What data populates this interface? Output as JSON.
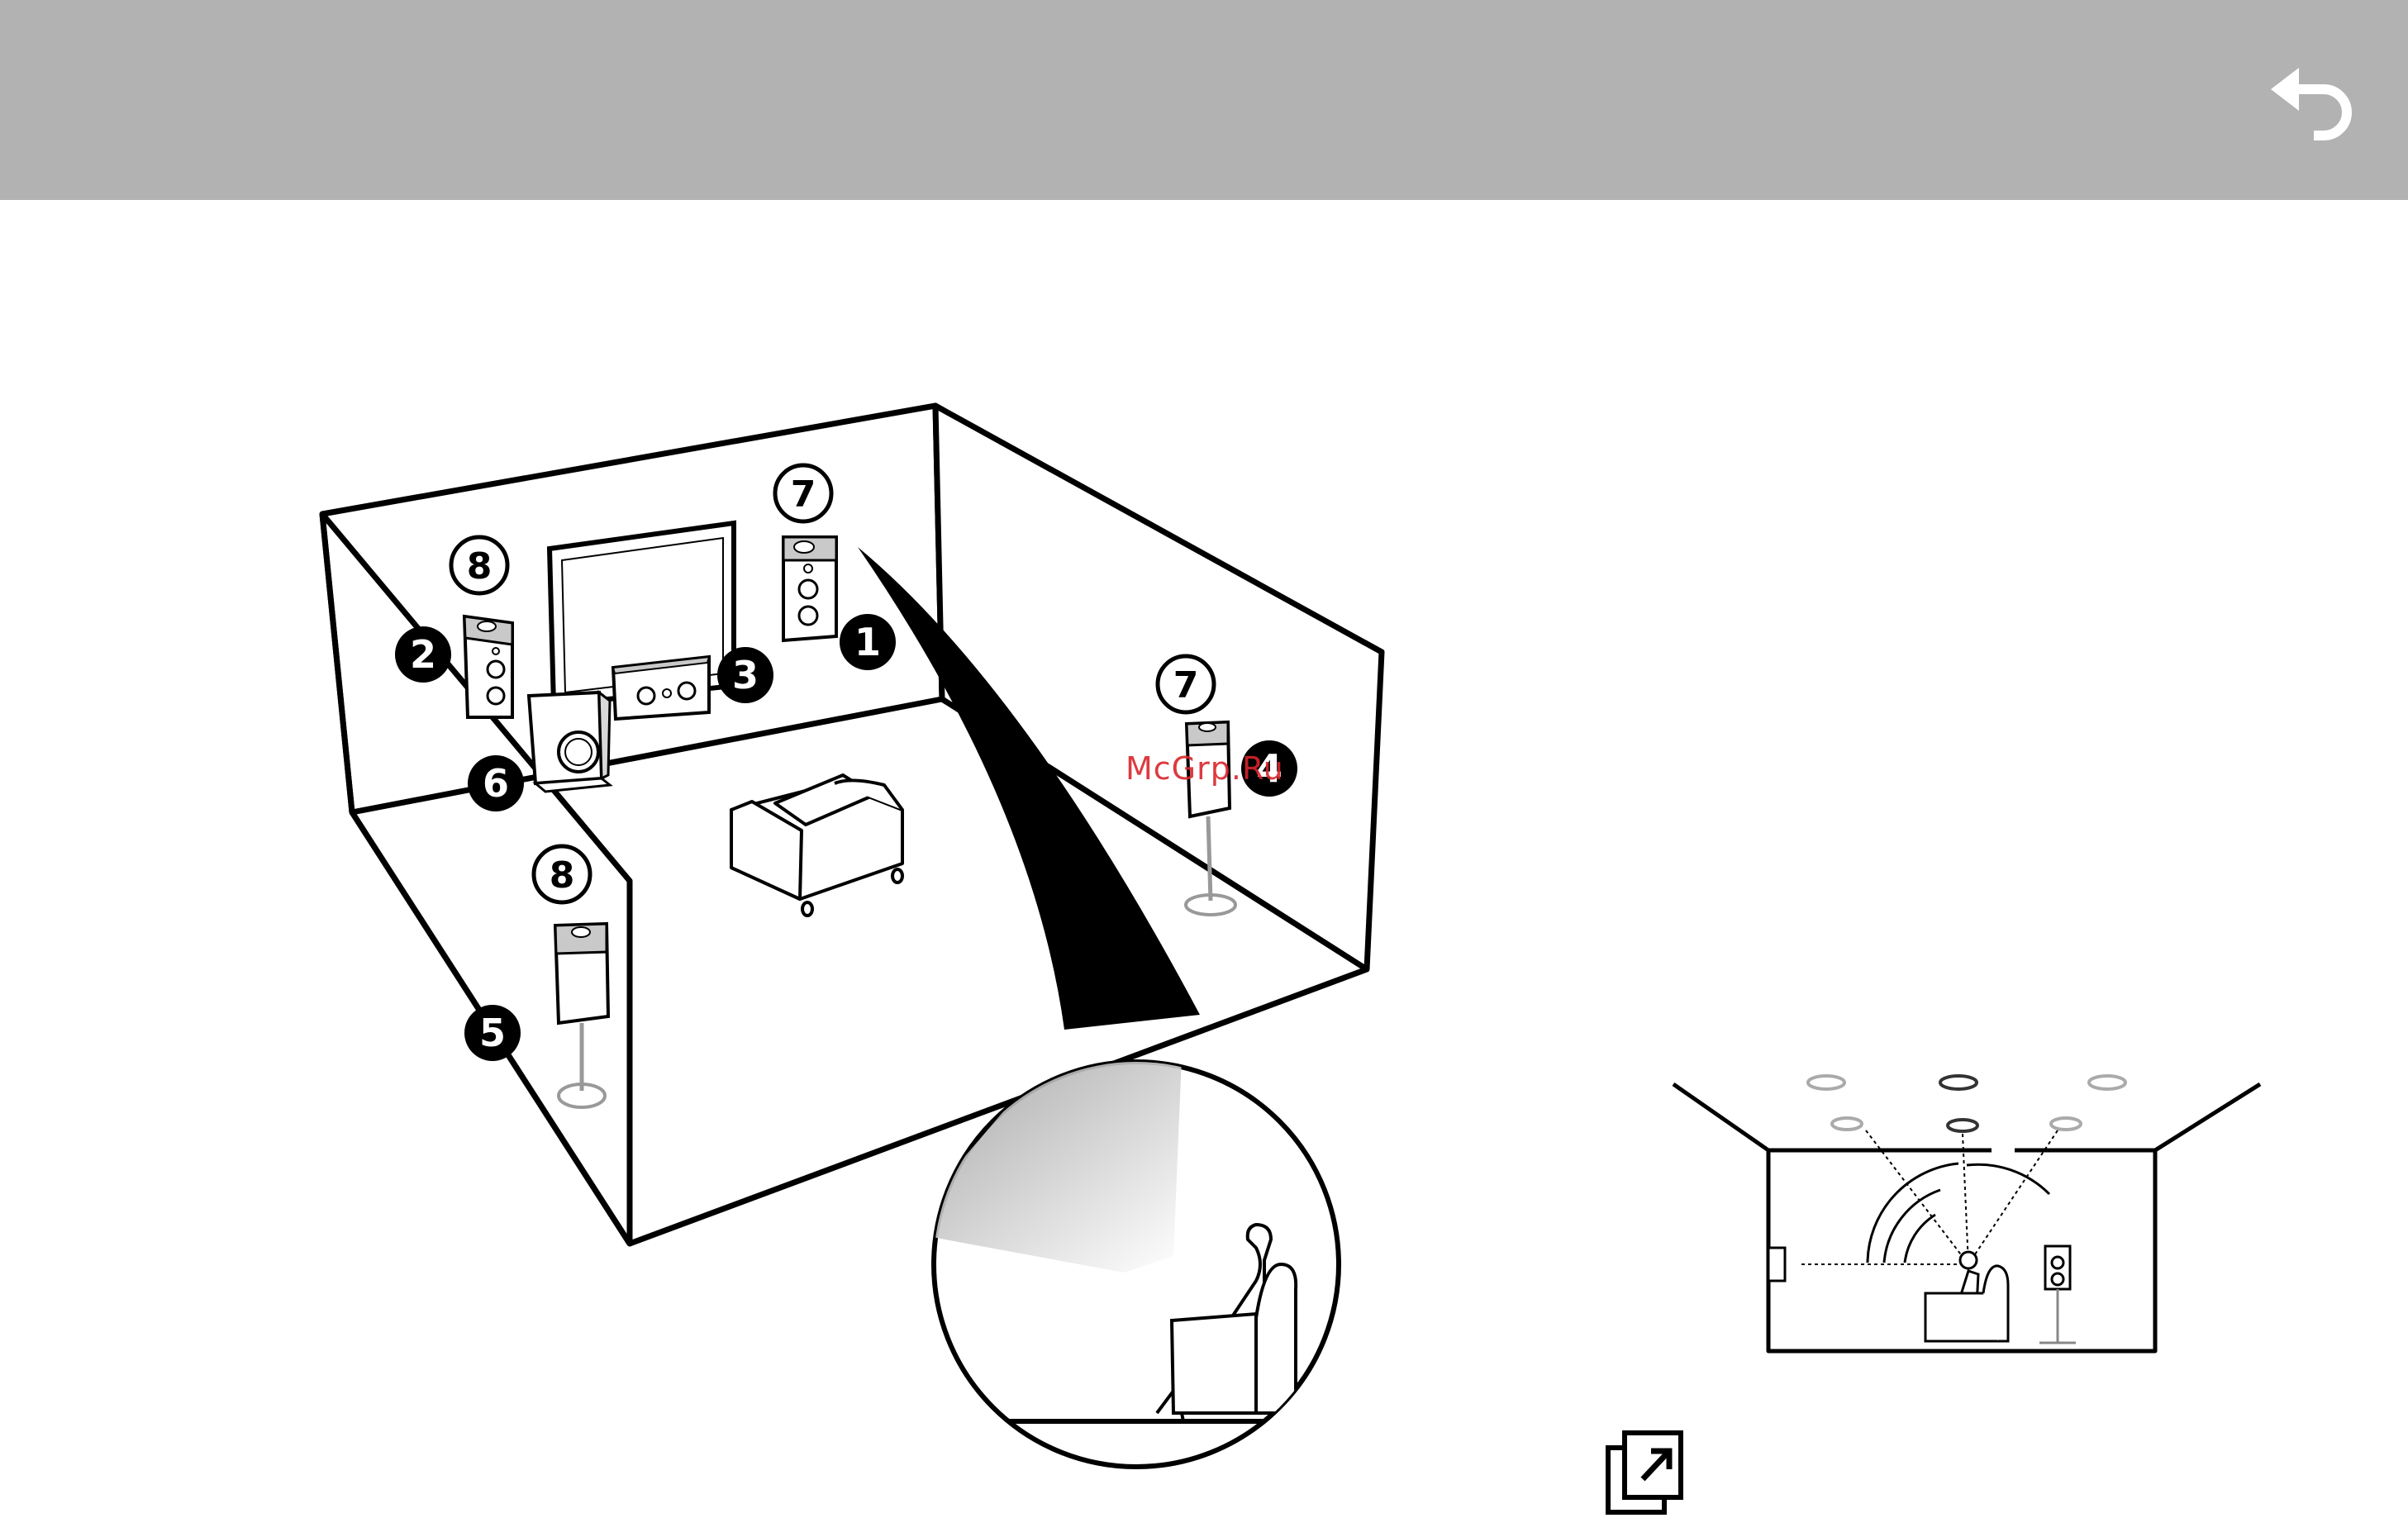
{
  "header": {
    "background_color": "#b1b2b1",
    "back_icon": "undo-arrow-icon"
  },
  "room_diagram": {
    "speaker_labels": {
      "front_right": "1",
      "front_left": "2",
      "center": "3",
      "surround_right": "4",
      "surround_left": "5",
      "subwoofer": "6",
      "height_right_front": "7",
      "height_right_side": "7",
      "height_left_front": "8",
      "height_left_side": "8"
    }
  },
  "watermark": {
    "text": "McGrp.Ru",
    "color": "#d9252b"
  },
  "footer": {
    "link_icon": "external-link-icon"
  }
}
